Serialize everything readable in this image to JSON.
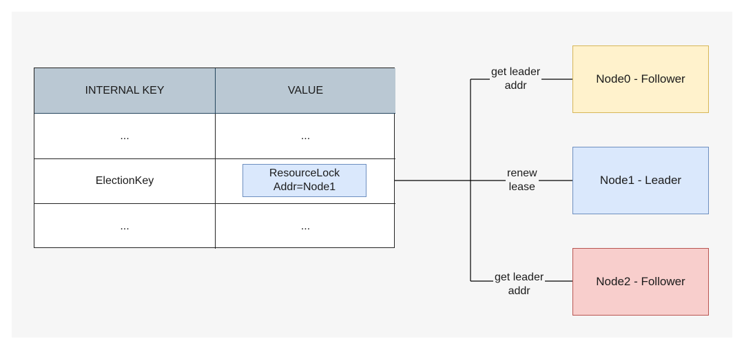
{
  "table": {
    "headers": [
      "INTERNAL KEY",
      "VALUE"
    ],
    "rows": [
      [
        "...",
        "..."
      ],
      [
        "ElectionKey",
        ""
      ],
      [
        "...",
        "..."
      ]
    ]
  },
  "resource_lock": {
    "line1": "ResourceLock",
    "line2": "Addr=Node1"
  },
  "nodes": [
    {
      "label": "Node0 - Follower",
      "color": "#fff2cc",
      "border": "#d6b656"
    },
    {
      "label": "Node1 - Leader",
      "color": "#dae8fc",
      "border": "#6c8ebf"
    },
    {
      "label": "Node2 - Follower",
      "color": "#f8cecc",
      "border": "#b85450"
    }
  ],
  "edges": [
    {
      "line1": "get leader",
      "line2": "addr"
    },
    {
      "line1": "renew",
      "line2": "lease"
    },
    {
      "line1": "get leader",
      "line2": "addr"
    }
  ]
}
